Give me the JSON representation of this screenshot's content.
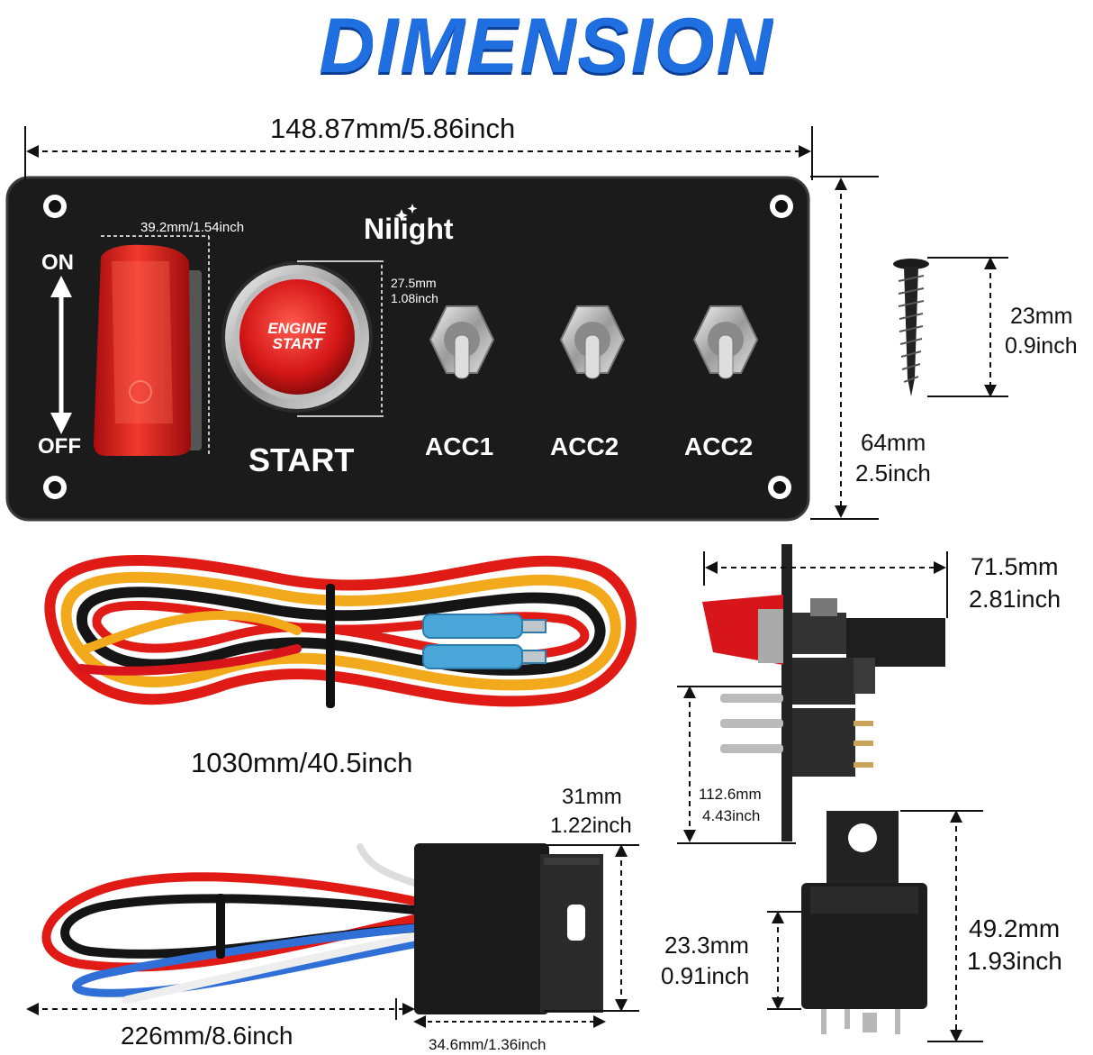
{
  "title": "DIMENSION",
  "panel": {
    "brand": "Nilight",
    "on_label": "ON",
    "off_label": "OFF",
    "start_label": "START",
    "engine_button_line1": "ENGINE",
    "engine_button_line2": "START",
    "switch_labels": [
      "ACC1",
      "ACC2",
      "ACC2"
    ]
  },
  "dimensions": {
    "panel_width": "148.87mm/5.86inch",
    "panel_height_mm": "64mm",
    "panel_height_in": "2.5inch",
    "toggle_cover": "39.2mm/1.54inch",
    "button_mm": "27.5mm",
    "button_in": "1.08inch",
    "screw_mm": "23mm",
    "screw_in": "0.9inch",
    "harness_length": "1030mm/40.5inch",
    "side_depth_mm": "71.5mm",
    "side_depth_in": "2.81inch",
    "side_height_mm": "112.6mm",
    "side_height_in": "4.43inch",
    "socket_height_mm": "31mm",
    "socket_height_in": "1.22inch",
    "socket_harness": "226mm/8.6inch",
    "socket_width": "34.6mm/1.36inch",
    "relay_body_mm": "23.3mm",
    "relay_body_in": "0.91inch",
    "relay_total_mm": "49.2mm",
    "relay_total_in": "1.93inch"
  },
  "colors": {
    "title_blue": "#1f6fe0",
    "panel_black": "#1b1b1b",
    "accent_red": "#d8151b",
    "wire_yellow": "#f2a91c"
  }
}
